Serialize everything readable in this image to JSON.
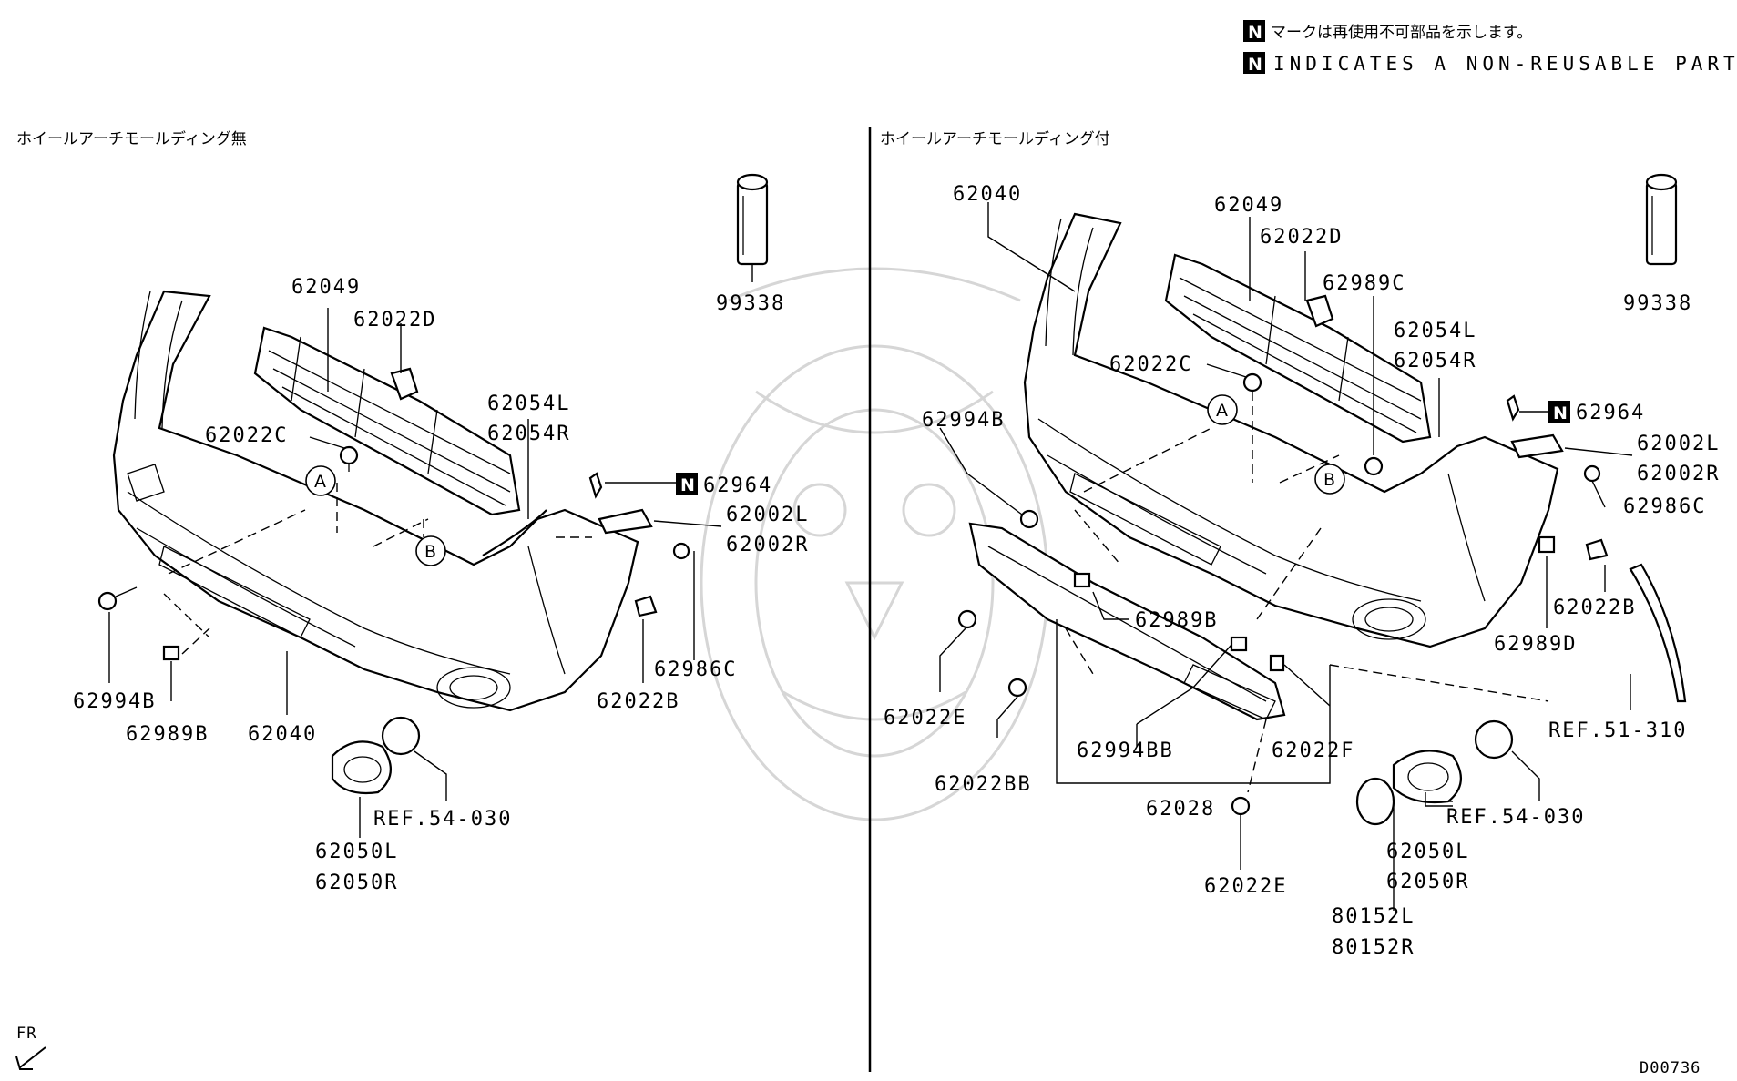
{
  "notice": {
    "badge": "N",
    "jp_text": "マークは再使用不可部品を示します。",
    "en_text": "INDICATES A NON-REUSABLE PART."
  },
  "left_panel": {
    "heading": "ホイールアーチモールディング無",
    "circle_a": "A",
    "circle_b": "B",
    "labels": {
      "p62049": "62049",
      "p62022D": "62022D",
      "p62022C": "62022C",
      "p62054L": "62054L",
      "p62054R": "62054R",
      "p62964": "62964",
      "p62002L": "62002L",
      "p62002R": "62002R",
      "p62986C": "62986C",
      "p62022B": "62022B",
      "p62994B": "62994B",
      "p62989B": "62989B",
      "p62040": "62040",
      "pREF54": "REF.54-030",
      "p62050L": "62050L",
      "p62050R": "62050R",
      "p99338": "99338"
    }
  },
  "right_panel": {
    "heading": "ホイールアーチモールディング付",
    "circle_a": "A",
    "circle_b": "B",
    "labels": {
      "p62040": "62040",
      "p62049": "62049",
      "p62022D": "62022D",
      "p62989C": "62989C",
      "p62054L": "62054L",
      "p62054R": "62054R",
      "p62022C": "62022C",
      "p62964": "62964",
      "p62994B": "62994B",
      "p62002L": "62002L",
      "p62002R": "62002R",
      "p62986C": "62986C",
      "p62022B": "62022B",
      "p62989B": "62989B",
      "p62989D": "62989D",
      "p62022E_1": "62022E",
      "p62994BB": "62994BB",
      "p62022F": "62022F",
      "p62022BB": "62022BB",
      "p62028": "62028",
      "p62022E_2": "62022E",
      "pREF51": "REF.51-310",
      "pREF54": "REF.54-030",
      "p62050L": "62050L",
      "p62050R": "62050R",
      "p80152L": "80152L",
      "p80152R": "80152R",
      "p99338": "99338"
    }
  },
  "orientation": "FR",
  "diagram_code": "D00736"
}
